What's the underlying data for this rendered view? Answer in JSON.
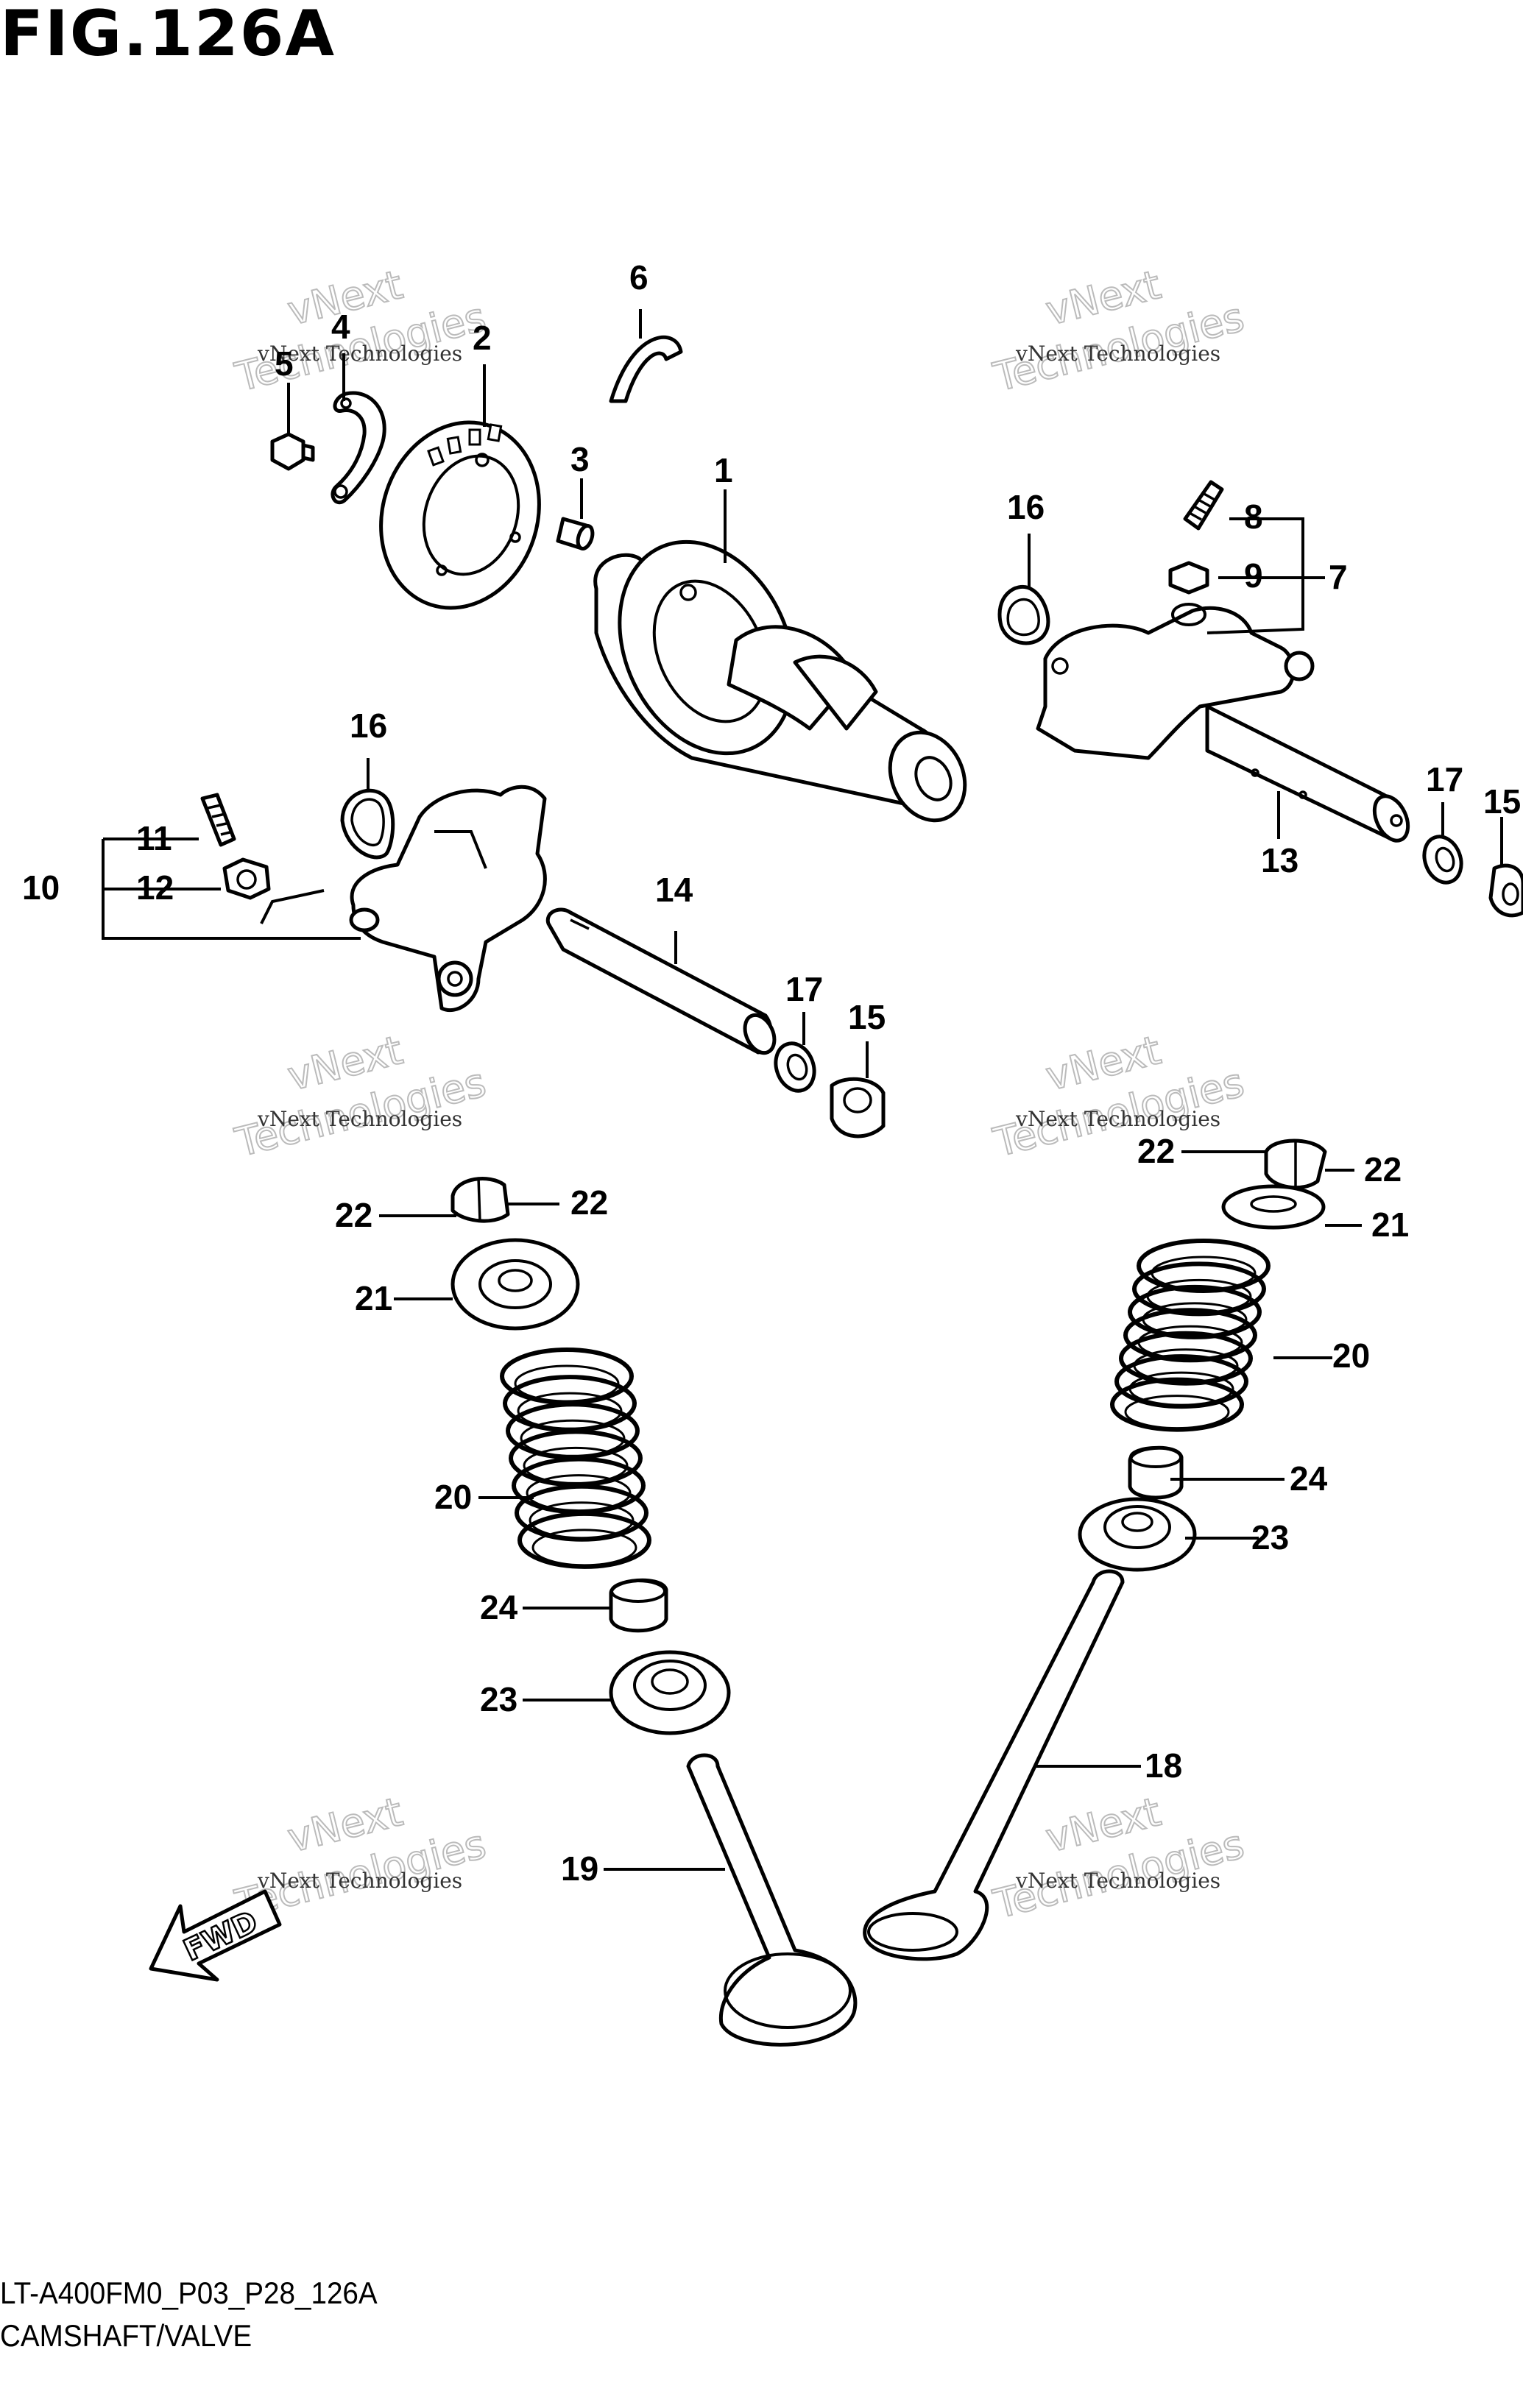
{
  "figure": {
    "title": "FIG.126A",
    "code": "LT-A400FM0_P03_P28_126A",
    "name": "CAMSHAFT/VALVE"
  },
  "watermark": {
    "small": "vNext Technologies",
    "big_top": "vNext",
    "big_bottom": "Technologies"
  },
  "direction_arrow": {
    "label": "FWD"
  },
  "callouts": {
    "c1": "1",
    "c2": "2",
    "c3": "3",
    "c4": "4",
    "c5": "5",
    "c6": "6",
    "c7": "7",
    "c8": "8",
    "c9": "9",
    "c10": "10",
    "c11": "11",
    "c12": "12",
    "c13": "13",
    "c14": "14",
    "c15a": "15",
    "c15b": "15",
    "c16a": "16",
    "c16b": "16",
    "c17a": "17",
    "c17b": "17",
    "c18": "18",
    "c19": "19",
    "c20a": "20",
    "c20b": "20",
    "c21a": "21",
    "c21b": "21",
    "c22a": "22",
    "c22b": "22",
    "c22c": "22",
    "c22d": "22",
    "c23a": "23",
    "c23b": "23",
    "c24a": "24",
    "c24b": "24"
  }
}
